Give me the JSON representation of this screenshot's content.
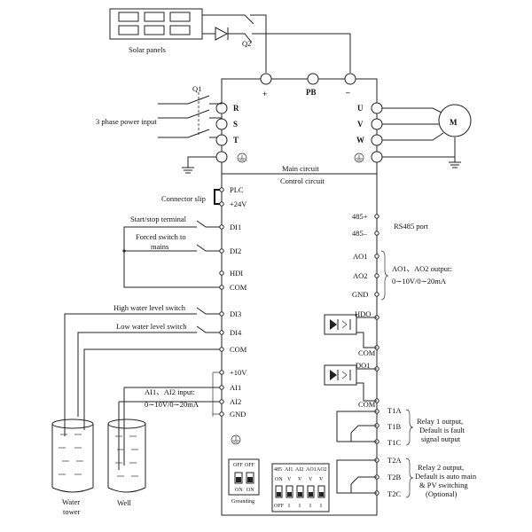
{
  "solar": {
    "label": "Solar panels",
    "switch": "Q2"
  },
  "dc_bus": {
    "plus": "+",
    "pb": "PB",
    "minus": "–"
  },
  "power": {
    "switch": "Q1",
    "label": "3 phase power input",
    "r": "R",
    "s": "S",
    "t": "T"
  },
  "motor": {
    "u": "U",
    "v": "V",
    "w": "W",
    "m": "M"
  },
  "circuits": {
    "main": "Main circuit",
    "control": "Control circuit"
  },
  "left_terminals": {
    "plc": "PLC",
    "p24v": "+24V",
    "di1": "DI1",
    "di2": "DI2",
    "hdi": "HDI",
    "com1": "COM",
    "di3": "DI3",
    "di4": "DI4",
    "com2": "COM",
    "p10v": "+10V",
    "ai1": "AI1",
    "ai2": "AI2",
    "gnd": "GND"
  },
  "left_labels": {
    "connector_slip": "Connector slip",
    "start_stop": "Start/stop terminal",
    "forced_1": "Forced switch to",
    "forced_2": "mains",
    "high_level": "High water level switch",
    "low_level": "Low water level switch",
    "ai_input_1": "AI1、AI2 input:",
    "ai_input_2": "0∼10V/0∼20mA",
    "water_tower_1": "Water",
    "water_tower_2": "tower",
    "well": "Well"
  },
  "right_terminals": {
    "rs485p": "485+",
    "rs485n": "485–",
    "ao1": "AO1",
    "ao2": "AO2",
    "gnd": "GND",
    "hdo": "HDO",
    "com1": "COM",
    "do1": "DO1",
    "com2": "COM",
    "t1a": "T1A",
    "t1b": "T1B",
    "t1c": "T1C",
    "t2a": "T2A",
    "t2b": "T2B",
    "t2c": "T2C"
  },
  "right_labels": {
    "rs485": "RS485 port",
    "ao_1": "AO1、AO2 output:",
    "ao_2": "0∼10V/0∼20mA",
    "relay1_1": "Relay 1 output,",
    "relay1_2": "Default is fault",
    "relay1_3": "signal output",
    "relay2_1": "Relay 2 output,",
    "relay2_2": "Default is auto main",
    "relay2_3": "& PV switching",
    "relay2_4": "(Optional)"
  },
  "dip_grounding": {
    "off1": "OFF",
    "off2": "OFF",
    "on1": "ON",
    "on2": "ON",
    "label": "Grounding"
  },
  "dip_signal": {
    "h1": "485",
    "h2": "AI1",
    "h3": "AI2",
    "h4": "AO1",
    "h5": "AO2",
    "m1": "ON",
    "m2": "V",
    "m3": "V",
    "m4": "V",
    "m5": "V",
    "b1": "OFF",
    "b2": "I",
    "b3": "I",
    "b4": "I",
    "b5": "I"
  }
}
